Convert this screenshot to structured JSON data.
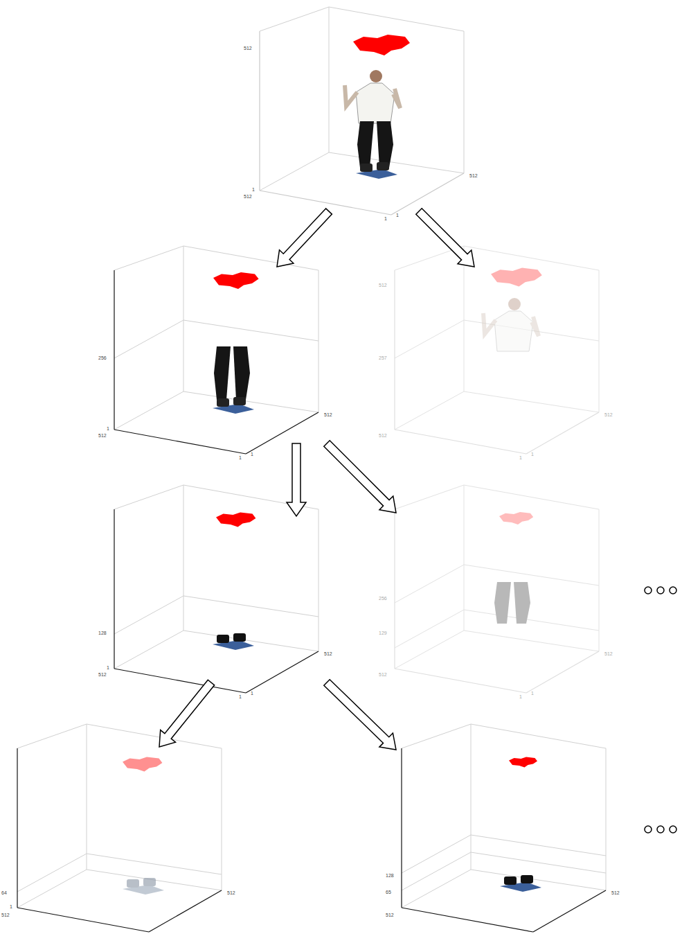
{
  "diagram": {
    "nodes": [
      {
        "text": [
          "512",
          "1",
          "512",
          "512",
          "1",
          "1"
        ]
      },
      {
        "text": [
          "256",
          "1",
          "512",
          "512",
          "1",
          "1"
        ]
      },
      {
        "text": [
          "512",
          "257",
          "512",
          "512",
          "1",
          "1"
        ]
      },
      {
        "text": [
          "128",
          "1",
          "512",
          "512",
          "1",
          "1"
        ]
      },
      {
        "text": [
          "256",
          "129",
          "512",
          "512",
          "1",
          "1"
        ]
      },
      {
        "text": [
          "64",
          "1",
          "512",
          "512"
        ]
      },
      {
        "text": [
          "128",
          "65",
          "512",
          "512"
        ]
      }
    ],
    "edges": [
      {
        "from": 0,
        "to": 1,
        "arrow": "to"
      },
      {
        "from": 0,
        "to": 2,
        "arrow": "to"
      },
      {
        "from": 1,
        "to": 3,
        "arrow": "to"
      },
      {
        "from": 1,
        "to": 4,
        "arrow": "to"
      },
      {
        "from": 3,
        "to": 5,
        "arrow": "to"
      },
      {
        "from": 3,
        "to": 6,
        "arrow": "to"
      }
    ]
  }
}
